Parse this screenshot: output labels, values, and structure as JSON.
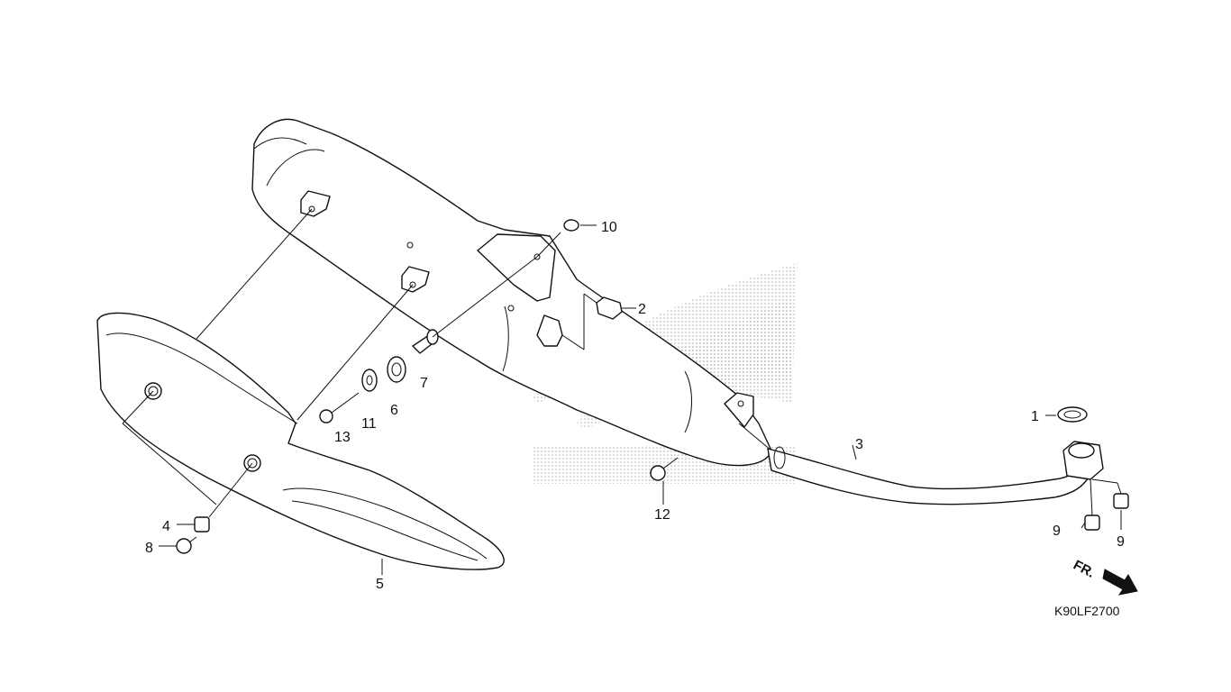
{
  "diagram": {
    "code": "K90LF2700",
    "direction_label": "FR.",
    "callouts": [
      "1",
      "2",
      "3",
      "4",
      "5",
      "6",
      "7",
      "8",
      "9",
      "9",
      "10",
      "11",
      "12",
      "13"
    ]
  },
  "colors": {
    "line": "#111111",
    "background": "#ffffff",
    "logo_dots": "#9a9a9a"
  }
}
